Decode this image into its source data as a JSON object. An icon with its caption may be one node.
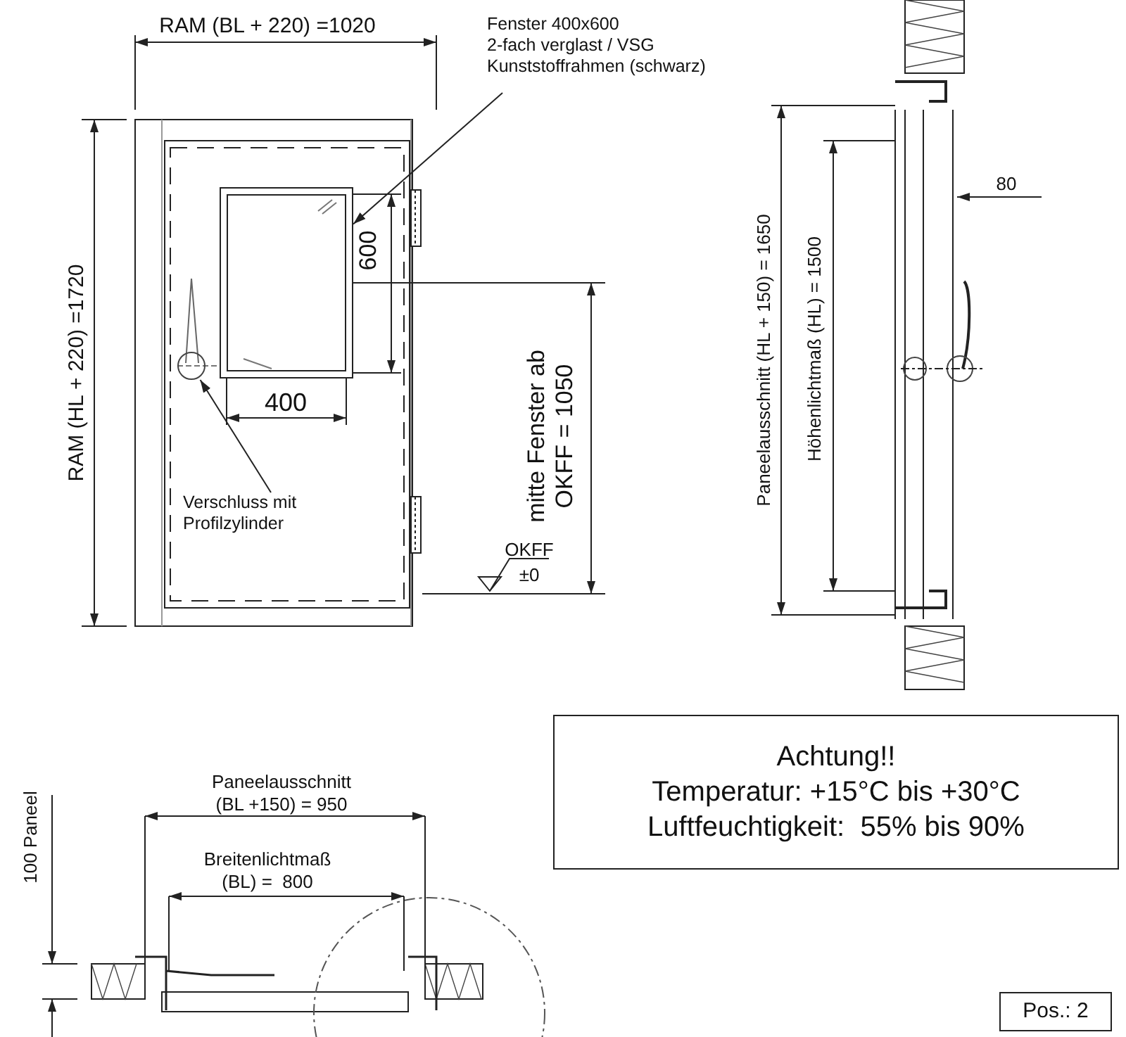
{
  "diagram": {
    "nodes": [
      {
        "text": [
          "Fenster 400x600",
          "2-fach verglast / VSG",
          "Kunststoffrahmen (schwarz)"
        ]
      },
      {
        "text": [],
        "shape": "box"
      },
      {
        "text": [
          "Verschluss mit Profilzylinder"
        ]
      },
      {
        "text": [],
        "shape": "circle"
      },
      {
        "text": [
          "Achtung!!",
          "Temperatur: +15°C bis +30°C",
          "Luftfeuchtigkeit:  55% bis 90%"
        ]
      },
      {
        "text": [
          "Pos.: 2"
        ]
      }
    ],
    "edges": [
      {
        "from": 0,
        "to": 1,
        "arrow": "to"
      },
      {
        "from": 2,
        "to": 3,
        "arrow": "to"
      }
    ],
    "labels": [
      "RAM (BL + 220) =1020",
      "RAM (HL + 220) =1720",
      "600",
      "400",
      "mitte Fenster ab OKFF = 1050",
      "OKFF",
      "±0",
      "Paneelausschnitt (HL + 150) = 1650",
      "Höhenlichtmaß (HL) = 1500",
      "80",
      "Paneelausschnitt (BL +150) = 950",
      "Breitenlichtmaß (BL) =  800",
      "100 Paneel"
    ]
  }
}
